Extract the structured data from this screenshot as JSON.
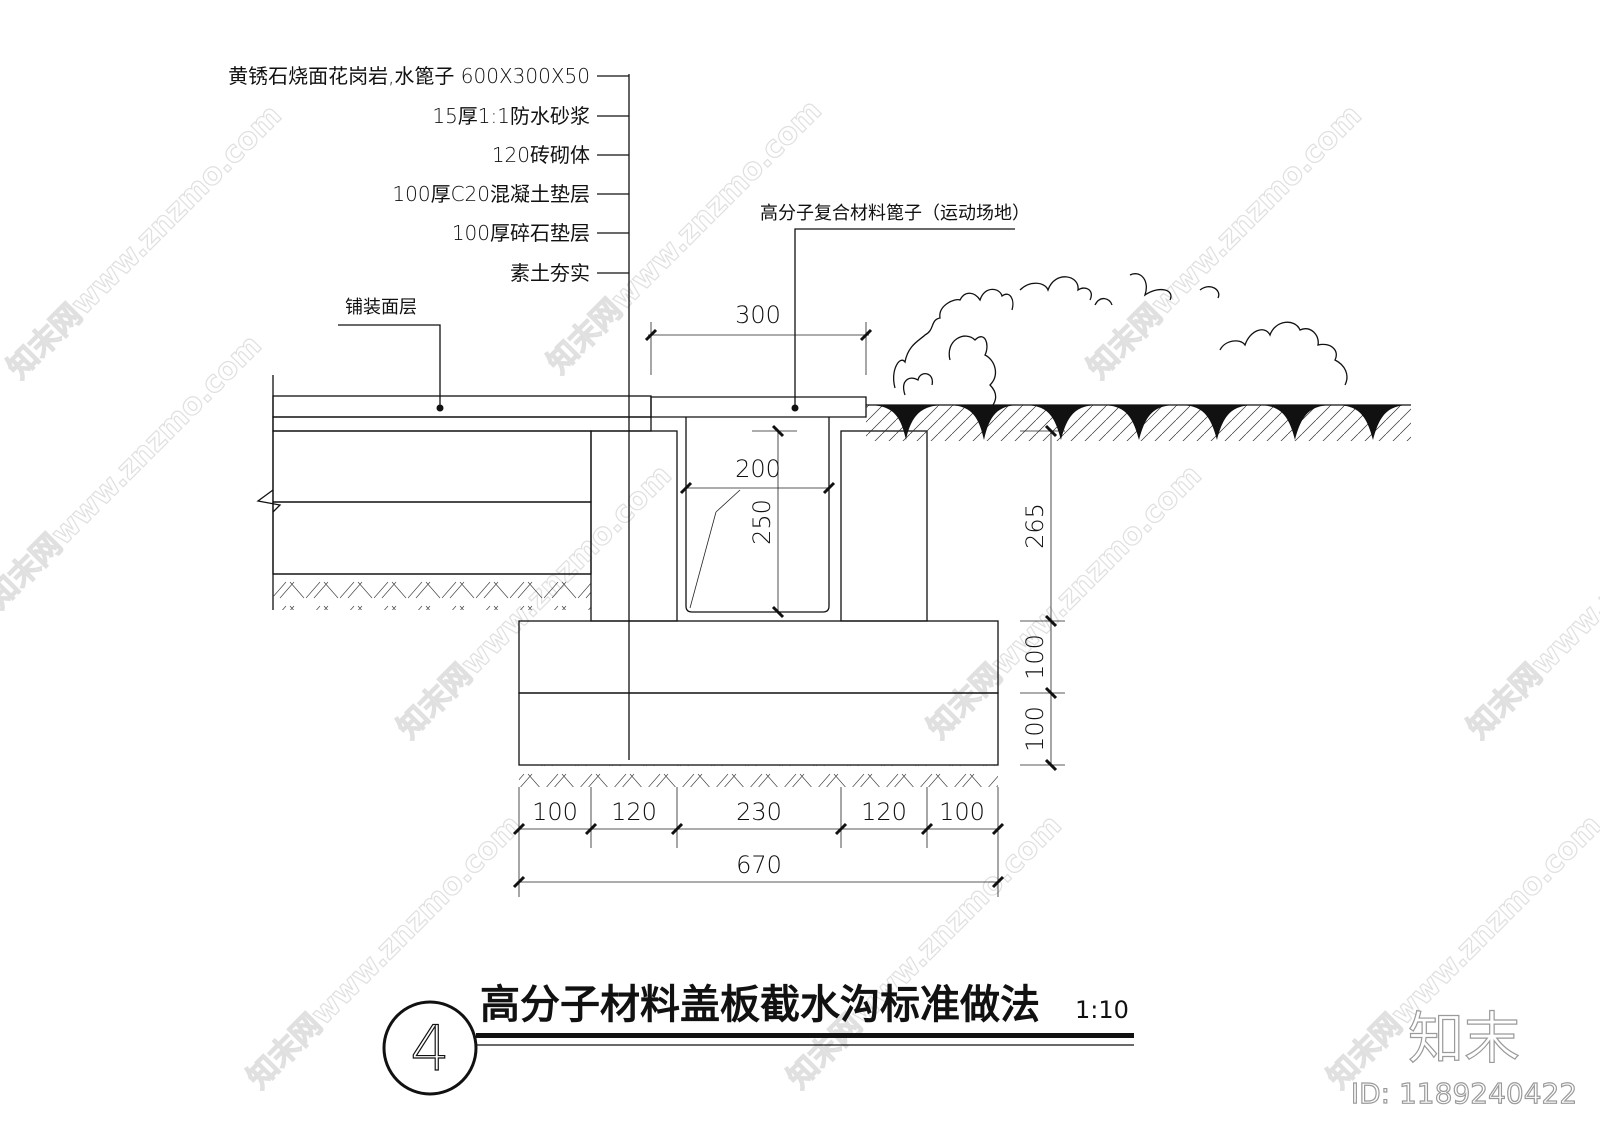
{
  "drawing": {
    "title": "高分子材料盖板截水沟标准做法",
    "scale": "1:10",
    "detail_number": "4"
  },
  "layer_callouts": [
    "黄锈石烧面花岗岩,水篦子 600X300X50",
    "15厚1:1防水砂浆",
    "120砖砌体",
    "100厚C20混凝土垫层",
    "100厚碎石垫层",
    "素土夯实"
  ],
  "labels": {
    "paving_surface": "铺装面层",
    "grate_cover": "高分子复合材料篦子（运动场地）"
  },
  "dimensions": {
    "grate_width": "300",
    "channel_width": "200",
    "channel_depth": "250",
    "wall_height": "265",
    "concrete_thickness": "100",
    "gravel_thickness": "100",
    "bottom_segments": [
      "100",
      "120",
      "230",
      "120",
      "100"
    ],
    "total_width": "670"
  },
  "watermark": {
    "text": "知末网www.znzmo.com",
    "logo": "知末",
    "id": "ID: 1189240422"
  }
}
